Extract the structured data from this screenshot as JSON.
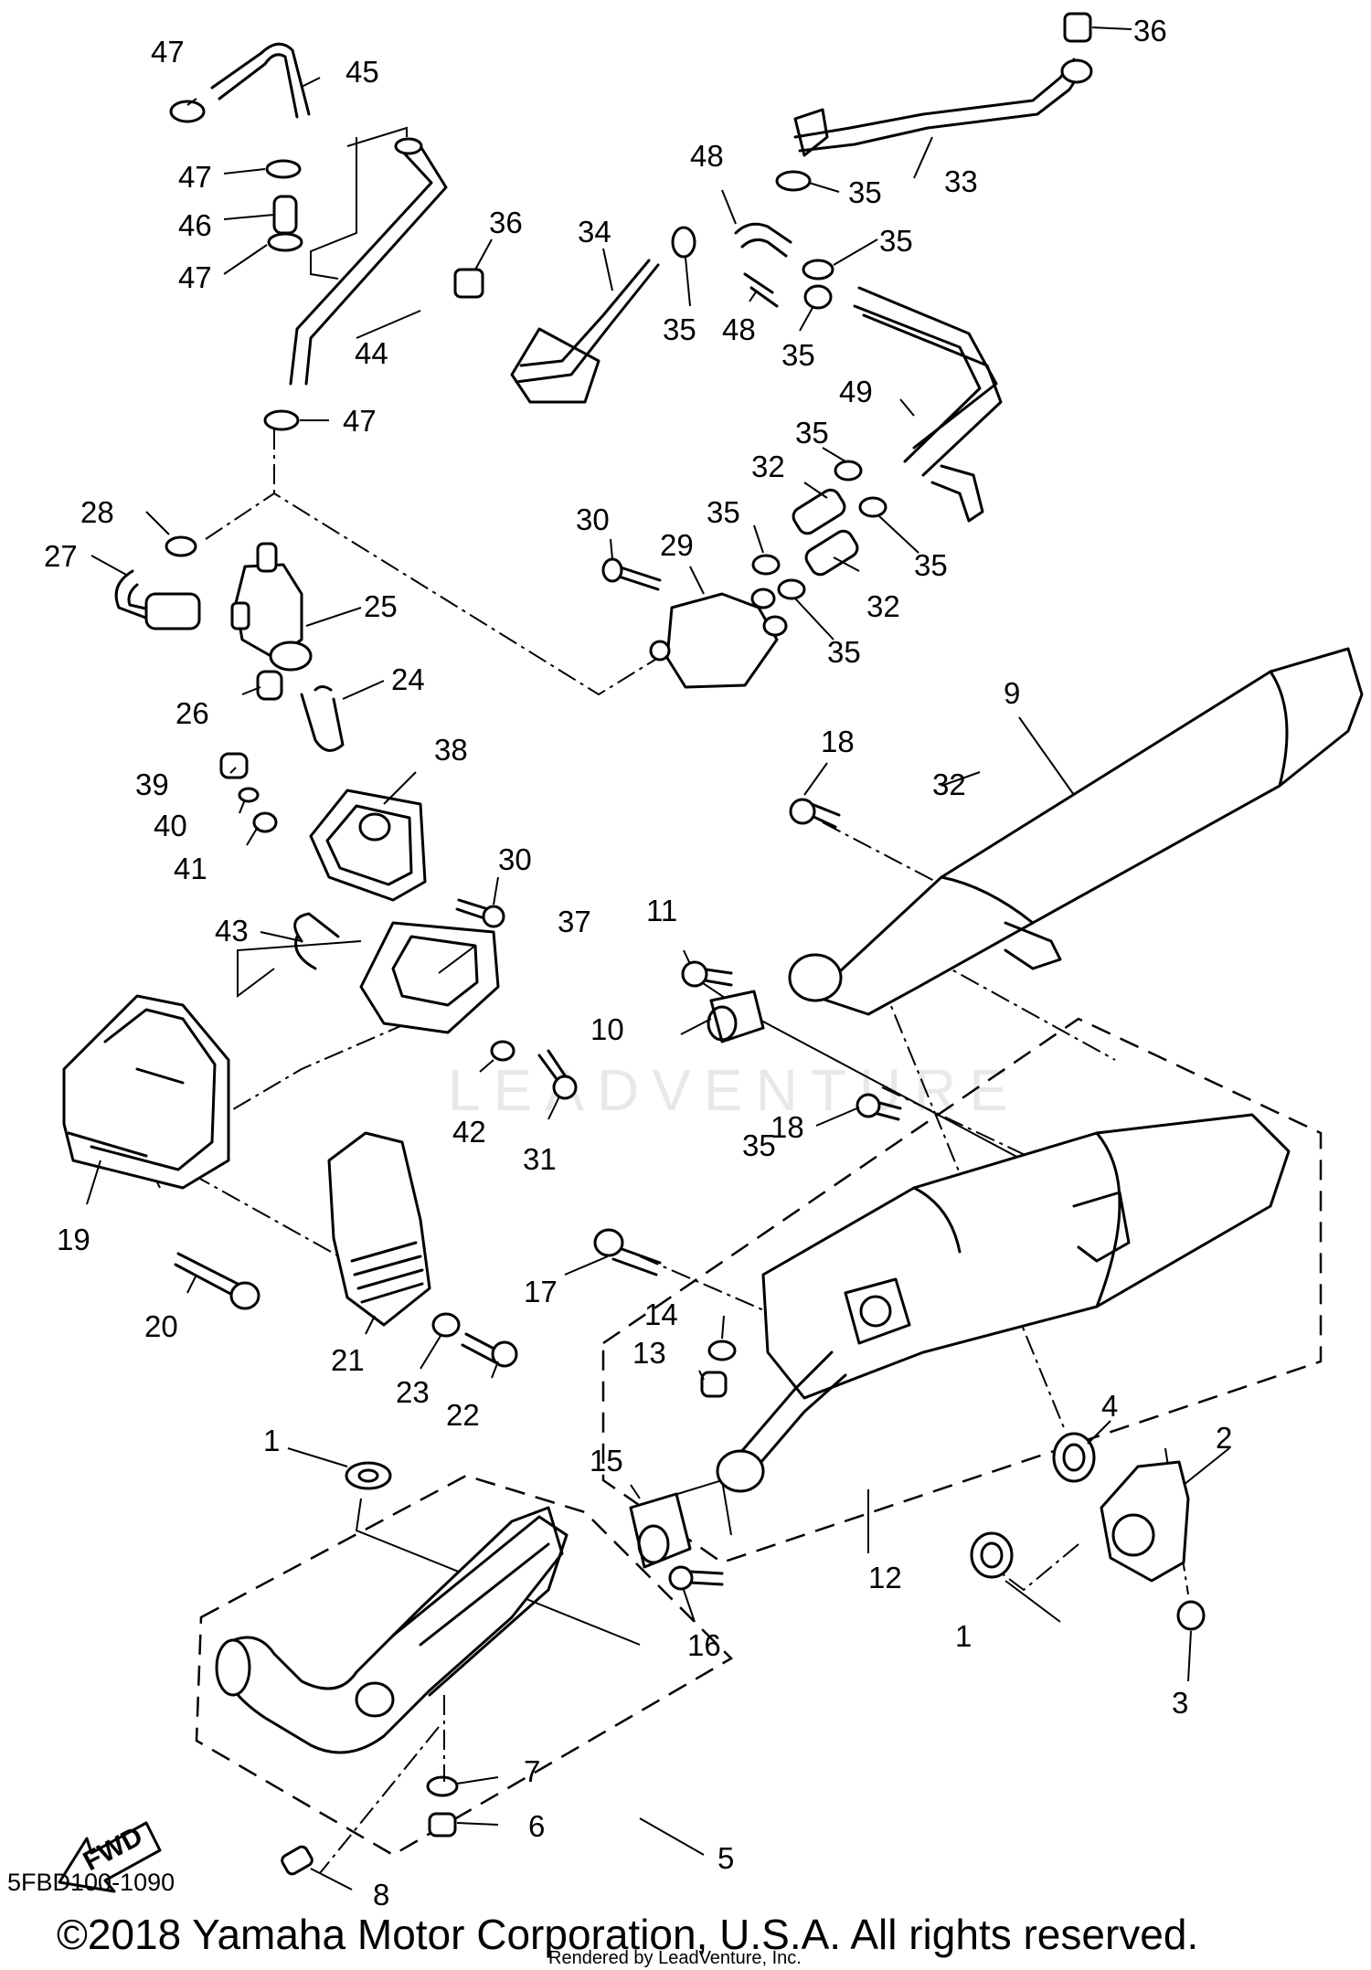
{
  "diagram_code": "5FBD100-1090",
  "copyright": "©2018 Yamaha Motor Corporation, U.S.A. All rights reserved.",
  "rendered_by": "Rendered by LeadVenture, Inc.",
  "watermark": "LEADVENTURE",
  "direction_label": "FWD",
  "callouts": {
    "c1a": "1",
    "c1b": "1",
    "c2": "2",
    "c3": "3",
    "c4": "4",
    "c5": "5",
    "c6": "6",
    "c7": "7",
    "c8": "8",
    "c9": "9",
    "c10": "10",
    "c11": "11",
    "c12": "12",
    "c13": "13",
    "c14": "14",
    "c15": "15",
    "c16": "16",
    "c17": "17",
    "c18a": "18",
    "c18b": "18",
    "c19": "19",
    "c20": "20",
    "c21": "21",
    "c22": "22",
    "c23": "23",
    "c24": "24",
    "c25": "25",
    "c26": "26",
    "c27": "27",
    "c28": "28",
    "c29": "29",
    "c30a": "30",
    "c30b": "30",
    "c31": "31",
    "c32a": "32",
    "c32b": "32",
    "c32c": "32",
    "c33": "33",
    "c34": "34",
    "c35a": "35",
    "c35b": "35",
    "c35c": "35",
    "c35d": "35",
    "c35e": "35",
    "c35f": "35",
    "c35g": "35",
    "c35h": "35",
    "c35i": "35",
    "c36a": "36",
    "c36b": "36",
    "c37": "37",
    "c38": "38",
    "c39": "39",
    "c40": "40",
    "c41": "41",
    "c42": "42",
    "c43": "43",
    "c44": "44",
    "c45": "45",
    "c46": "46",
    "c47a": "47",
    "c47b": "47",
    "c47c": "47",
    "c47d": "47",
    "c48a": "48",
    "c48b": "48",
    "c49": "49"
  }
}
